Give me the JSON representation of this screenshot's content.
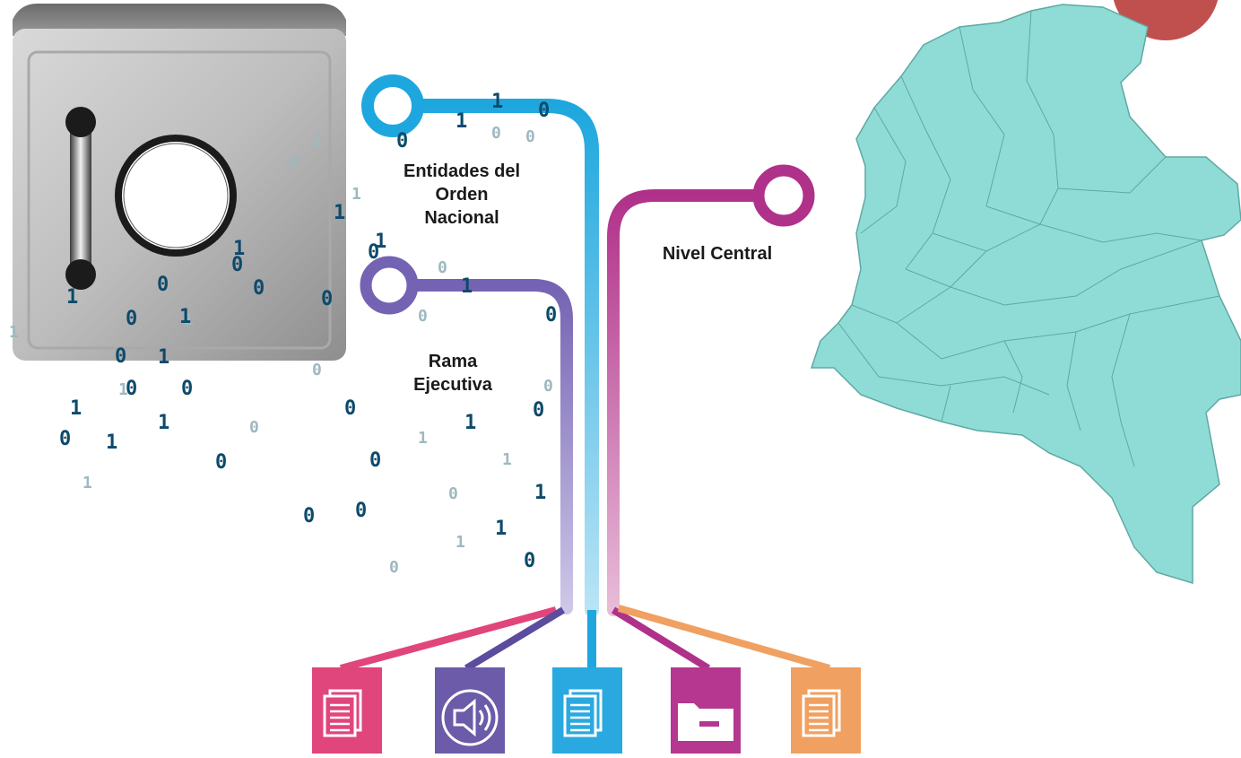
{
  "labels": {
    "entidades_line1": "Entidades del",
    "entidades_line2": "Orden",
    "entidades_line3": "Nacional",
    "rama_line1": "Rama",
    "rama_line2": "Ejecutiva",
    "nivel_central": "Nivel Central"
  },
  "colors": {
    "cyan_line": "#29abe2",
    "purple_line": "#7b6bb5",
    "magenta_line": "#b5338a",
    "orange_line": "#f0a060",
    "map_fill": "#8fdcd6",
    "map_border": "#5fa8a4",
    "badge_red": "#c0504d",
    "binary_dark": "#0d4a6b",
    "binary_light": "#9fb8c0"
  },
  "icons": [
    {
      "name": "document-icon",
      "color": "#e0457b"
    },
    {
      "name": "speaker-icon",
      "color": "#6b5ba8"
    },
    {
      "name": "document-icon",
      "color": "#2aa9e0"
    },
    {
      "name": "folder-icon",
      "color": "#b5378f"
    },
    {
      "name": "document-icon",
      "color": "#f0a060"
    }
  ],
  "binary_digits": [
    {
      "d": "1",
      "dark": true
    },
    {
      "d": "1",
      "dark": true
    },
    {
      "d": "0",
      "dark": true
    },
    {
      "d": "0",
      "dark": false
    },
    {
      "d": "0",
      "dark": false
    },
    {
      "d": "0",
      "dark": true
    },
    {
      "d": "1",
      "dark": false
    },
    {
      "d": "0",
      "dark": false
    },
    {
      "d": "1",
      "dark": true
    },
    {
      "d": "1",
      "dark": false
    },
    {
      "d": "1",
      "dark": true
    },
    {
      "d": "0",
      "dark": true
    },
    {
      "d": "0",
      "dark": false
    },
    {
      "d": "1",
      "dark": true
    },
    {
      "d": "0",
      "dark": true
    },
    {
      "d": "0",
      "dark": true
    },
    {
      "d": "0",
      "dark": true
    },
    {
      "d": "1",
      "dark": true
    },
    {
      "d": "0",
      "dark": true
    },
    {
      "d": "1",
      "dark": true
    },
    {
      "d": "0",
      "dark": true
    },
    {
      "d": "1",
      "dark": false
    },
    {
      "d": "1",
      "dark": true
    },
    {
      "d": "0",
      "dark": true
    },
    {
      "d": "0",
      "dark": false
    },
    {
      "d": "1",
      "dark": false
    },
    {
      "d": "0",
      "dark": true
    },
    {
      "d": "1",
      "dark": true
    },
    {
      "d": "0",
      "dark": false
    },
    {
      "d": "1",
      "dark": false
    },
    {
      "d": "0",
      "dark": false
    },
    {
      "d": "0",
      "dark": true
    },
    {
      "d": "0",
      "dark": true
    },
    {
      "d": "1",
      "dark": true
    },
    {
      "d": "0",
      "dark": true
    },
    {
      "d": "0",
      "dark": true
    },
    {
      "d": "1",
      "dark": true
    },
    {
      "d": "0",
      "dark": false
    },
    {
      "d": "1",
      "dark": true
    },
    {
      "d": "1",
      "dark": false
    },
    {
      "d": "0",
      "dark": true
    },
    {
      "d": "1",
      "dark": true
    },
    {
      "d": "0",
      "dark": true
    },
    {
      "d": "0",
      "dark": true
    },
    {
      "d": "1",
      "dark": false
    },
    {
      "d": "1",
      "dark": false
    },
    {
      "d": "0",
      "dark": false
    },
    {
      "d": "1",
      "dark": true
    },
    {
      "d": "0",
      "dark": true
    },
    {
      "d": "0",
      "dark": true
    },
    {
      "d": "1",
      "dark": true
    },
    {
      "d": "1",
      "dark": false
    },
    {
      "d": "0",
      "dark": false
    },
    {
      "d": "0",
      "dark": true
    }
  ]
}
